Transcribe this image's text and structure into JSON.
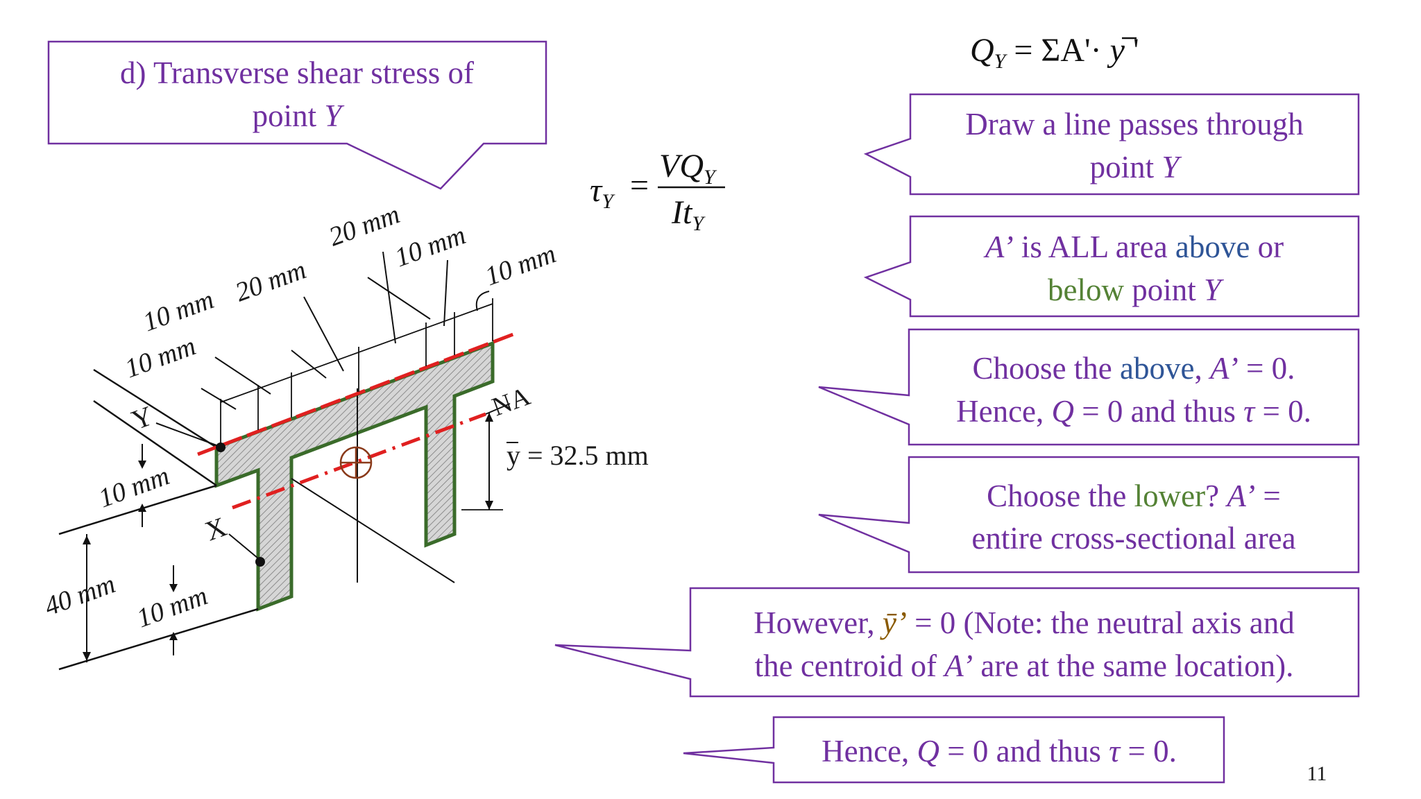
{
  "callouts": {
    "title": {
      "line1": "d) Transverse shear stress of",
      "line2a": "point ",
      "line2b": "Y"
    },
    "draw_line": {
      "line1": "Draw a line passes through",
      "line2a": "point ",
      "line2b": "Y"
    },
    "area_def": {
      "a_prime": "A’",
      "text1": " is ALL area ",
      "above": "above",
      "text2": " or",
      "below": "below",
      "text3": " point ",
      "point": "Y"
    },
    "choose_above": {
      "t1": "Choose the ",
      "above": "above",
      "t2": ", ",
      "a_prime": "A’",
      "t3": " = 0.",
      "t4": "Hence, ",
      "q": "Q",
      "t5": " = 0 and thus ",
      "tau": "τ",
      "t6": " = 0."
    },
    "choose_lower": {
      "t1": "Choose the ",
      "lower": "lower",
      "t2": "? ",
      "a_prime": "A’",
      "t3": " =",
      "line2": "entire cross-sectional area"
    },
    "however": {
      "t1": "However, ",
      "ybar": "ȳ’",
      "t2": " = 0 (Note: the neutral axis and",
      "t3": "the centroid of ",
      "a_prime": "A’",
      "t4": " are at the same location)."
    },
    "hence": {
      "t1": "Hence, ",
      "q": "Q",
      "t2": " = 0 and thus ",
      "tau": "τ",
      "t3": " = 0."
    }
  },
  "formulas": {
    "qy": {
      "q": "Q",
      "sub": "Y",
      "rhs1": " = ΣA'· ",
      "ybar": "y",
      "prime": " '"
    },
    "tau": {
      "tau": "τ",
      "sub": "Y",
      "eq": "=",
      "num": "VQ",
      "num_sub": "Y",
      "den": "It",
      "den_sub": "Y"
    }
  },
  "diagram": {
    "dims": {
      "d1": "20 mm",
      "d2": "10 mm",
      "d3": "10 mm",
      "d4": "10 mm",
      "d5": "20 mm",
      "d6": "10 mm",
      "d7": "10 mm",
      "d8": "40 mm",
      "d9": "10 mm",
      "ybar": "y = 32.5 mm"
    },
    "labels": {
      "y": "Y",
      "x": "X",
      "na": "NA"
    }
  },
  "page_number": "11",
  "colors": {
    "accent": "#7030a0",
    "blue": "#2f5597",
    "green": "#548235",
    "red": "#e02020",
    "outline": "#3a6b2a"
  }
}
